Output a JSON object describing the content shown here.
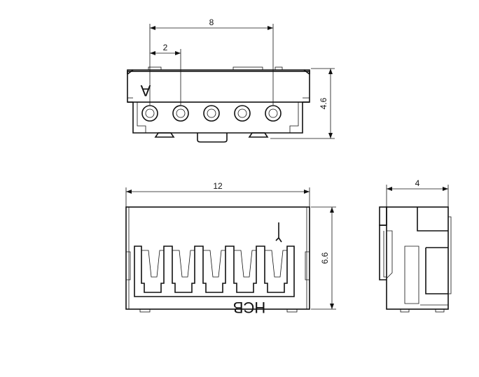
{
  "dimensions": {
    "pin_span": "8",
    "pitch": "2",
    "front_height": "4.6",
    "length": "12",
    "side_height": "6.6",
    "width": "4"
  },
  "markings": {
    "pin_mark": "A",
    "brand": "HCB"
  }
}
